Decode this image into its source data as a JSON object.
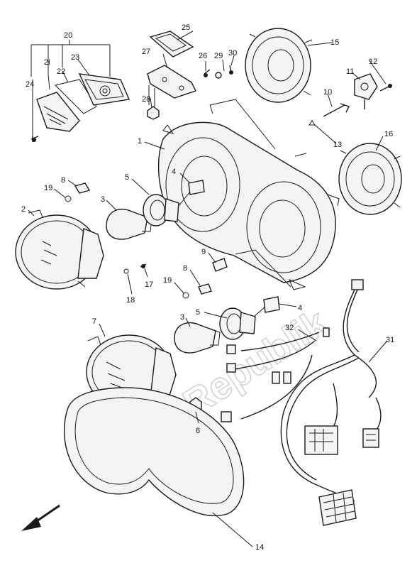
{
  "diagram": {
    "watermark": "PartsRepublik",
    "callouts": [
      {
        "id": "c20",
        "text": "20"
      },
      {
        "id": "c21",
        "text": "2i"
      },
      {
        "id": "c22",
        "text": "22"
      },
      {
        "id": "c23",
        "text": "23"
      },
      {
        "id": "c24",
        "text": "24"
      },
      {
        "id": "c25",
        "text": "25"
      },
      {
        "id": "c26",
        "text": "26"
      },
      {
        "id": "c27",
        "text": "27"
      },
      {
        "id": "c28",
        "text": "28"
      },
      {
        "id": "c29",
        "text": "29"
      },
      {
        "id": "c30",
        "text": "30"
      },
      {
        "id": "c15",
        "text": "15"
      },
      {
        "id": "c12",
        "text": "12"
      },
      {
        "id": "c11",
        "text": "11"
      },
      {
        "id": "c10",
        "text": "10"
      },
      {
        "id": "c13",
        "text": "13"
      },
      {
        "id": "c16",
        "text": "16"
      },
      {
        "id": "c1",
        "text": "1"
      },
      {
        "id": "c4a",
        "text": "4"
      },
      {
        "id": "c5a",
        "text": "5"
      },
      {
        "id": "c8a",
        "text": "8"
      },
      {
        "id": "c19a",
        "text": "19"
      },
      {
        "id": "c3a",
        "text": "3"
      },
      {
        "id": "c2",
        "text": "2"
      },
      {
        "id": "c9",
        "text": "9"
      },
      {
        "id": "c8b",
        "text": "8"
      },
      {
        "id": "c19b",
        "text": "19"
      },
      {
        "id": "c17",
        "text": "17"
      },
      {
        "id": "c18",
        "text": "18"
      },
      {
        "id": "c4b",
        "text": "4"
      },
      {
        "id": "c3b",
        "text": "3"
      },
      {
        "id": "c5b",
        "text": "5"
      },
      {
        "id": "c7",
        "text": "7"
      },
      {
        "id": "c32",
        "text": "32"
      },
      {
        "id": "c31",
        "text": "31"
      },
      {
        "id": "c6",
        "text": "6"
      },
      {
        "id": "c14",
        "text": "14"
      }
    ]
  }
}
